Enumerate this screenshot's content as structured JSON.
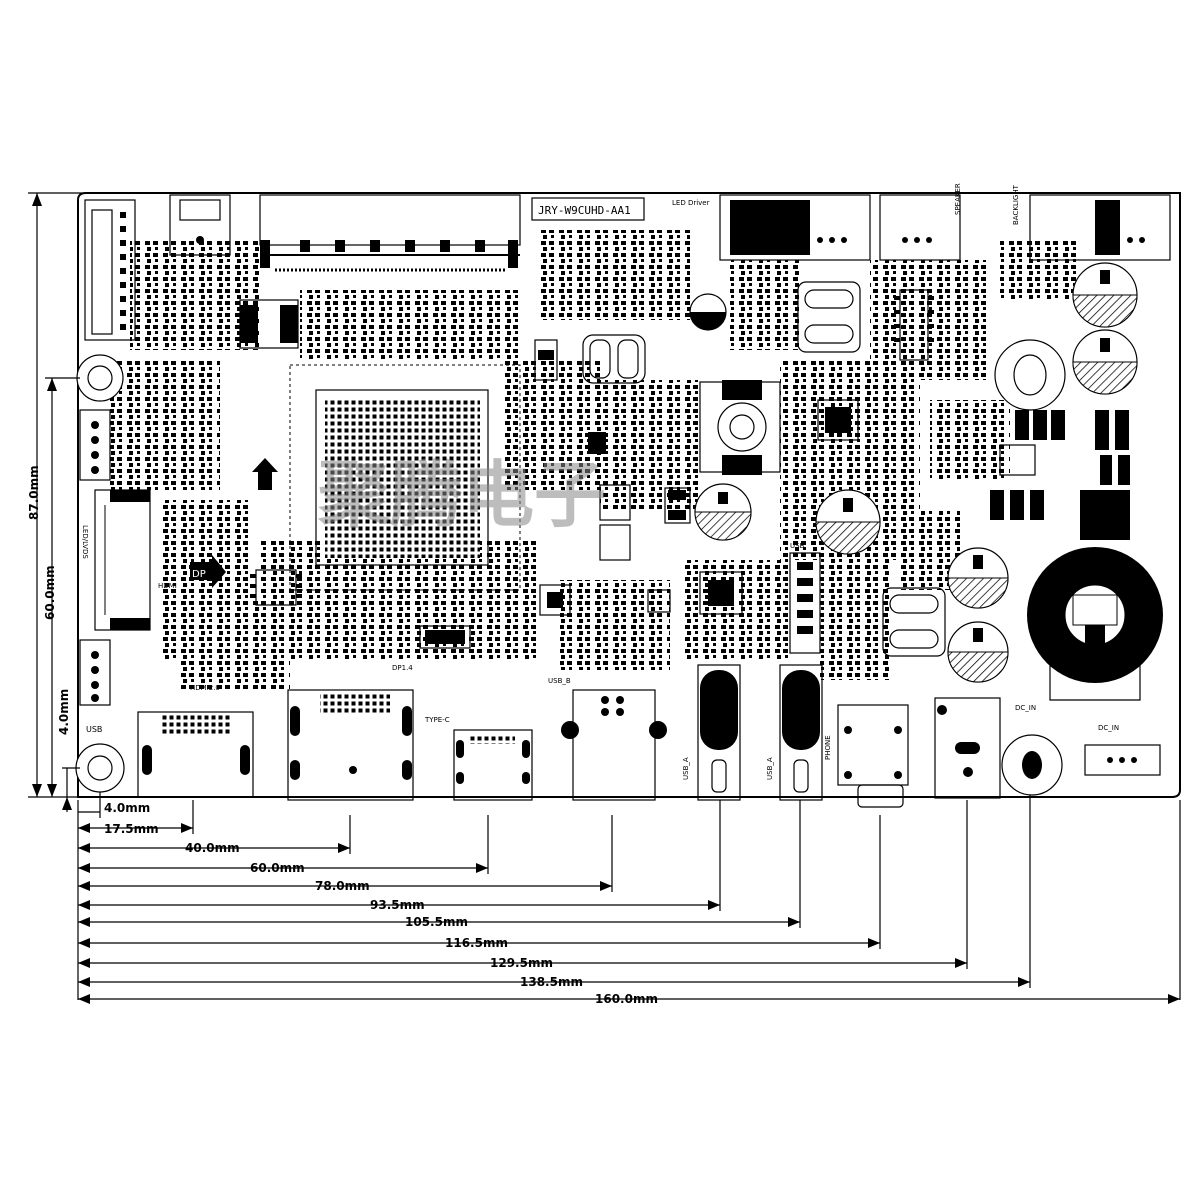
{
  "board": {
    "model": "JRY-W9CUHD-AA1",
    "watermark": "聚腾电子"
  },
  "ports": {
    "usb_left": "USB",
    "hdmi": "HDMI",
    "hdmi2": "HDMI2.0",
    "dp": "DP",
    "dp14": "DP1.4",
    "type_c": "TYPE-C",
    "usb_b": "USB_B",
    "usb_a1": "USB_A",
    "usb_a2": "USB_A",
    "phone": "PHONE",
    "dc_in": "DC_IN",
    "dc_in2": "DC_IN",
    "lvds": "LED/LVDS",
    "led_driver": "LED Driver",
    "backlight": "BACKLIGHT",
    "speaker": "SPEAKER",
    "usb_top": "USB"
  },
  "dimensions": {
    "vertical": [
      {
        "label": "87.0mm"
      },
      {
        "label": "60.0mm"
      },
      {
        "label": "4.0mm"
      }
    ],
    "horizontal": [
      {
        "label": "4.0mm"
      },
      {
        "label": "17.5mm"
      },
      {
        "label": "40.0mm"
      },
      {
        "label": "60.0mm"
      },
      {
        "label": "78.0mm"
      },
      {
        "label": "93.5mm"
      },
      {
        "label": "105.5mm"
      },
      {
        "label": "116.5mm"
      },
      {
        "label": "129.5mm"
      },
      {
        "label": "138.5mm"
      },
      {
        "label": "160.0mm"
      }
    ]
  }
}
